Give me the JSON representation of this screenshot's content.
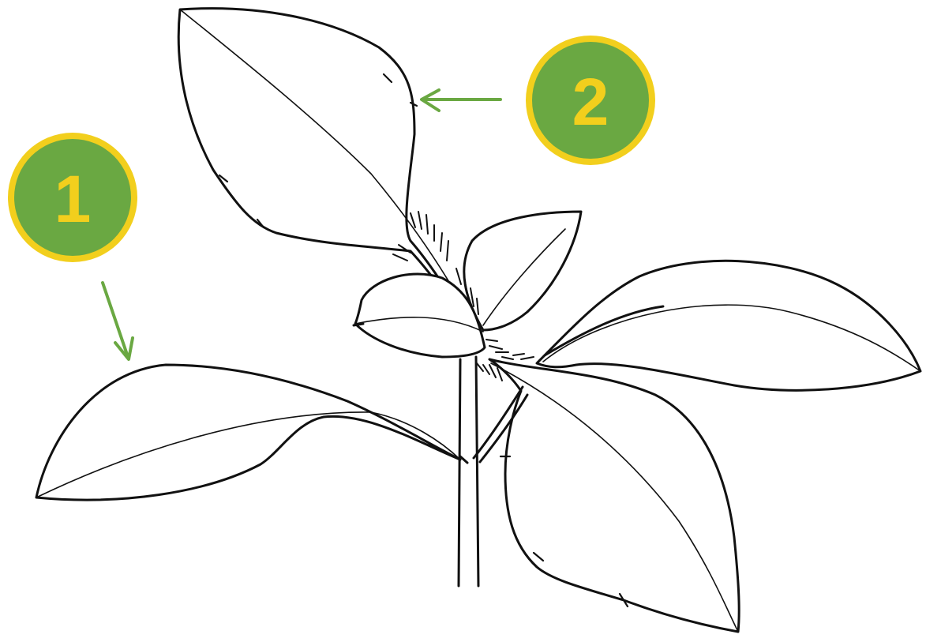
{
  "diagram": {
    "callouts": [
      {
        "id": "callout-1",
        "label": "1",
        "target": "lower-left-leaf"
      },
      {
        "id": "callout-2",
        "label": "2",
        "target": "upper-left-leaf"
      }
    ]
  },
  "colors": {
    "badge_fill": "#6aa842",
    "badge_ring": "#f2cf1d",
    "badge_text": "#f2cf1d",
    "arrow": "#6aa842",
    "ink": "#111111",
    "background": "#ffffff"
  }
}
